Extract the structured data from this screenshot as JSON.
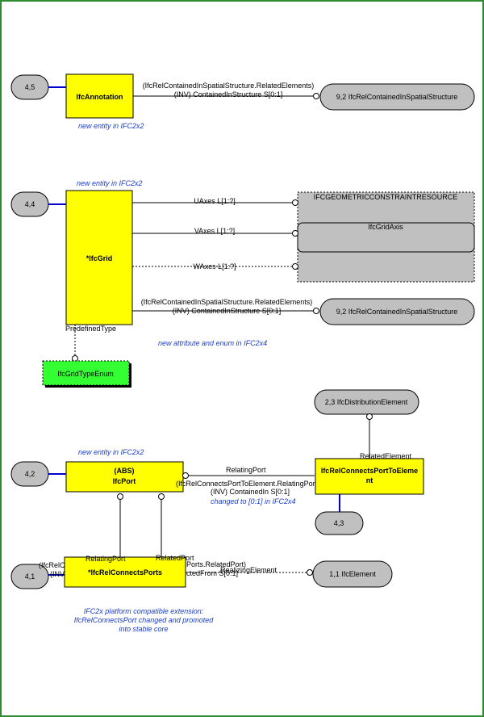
{
  "refs": {
    "ann_page": "4,5",
    "grid_page": "4,4",
    "port_page": "4,2",
    "ports_page": "4,1",
    "rpe_page": "4,3",
    "spatial1": "9,2 IfcRelContainedInSpatialStructure",
    "spatial2": "9,2 IfcRelContainedInSpatialStructure",
    "distribution": "2,3 IfcDistributionElement",
    "element": "1,1 IfcElement"
  },
  "entities": {
    "annotation": "IfcAnnotation",
    "grid": "*IfcGrid",
    "grid_type_enum": "IfcGridTypeEnum",
    "port_abs": "(ABS)",
    "port": "IfcPort",
    "rel_connects_ports": "*IfcRelConnectsPorts",
    "rel_port_to_element_line1": "IfcRelConnectsPortToEleme",
    "rel_port_to_element_line2": "nt"
  },
  "resource": {
    "title": "IFCGEOMETRICCONSTRAINTRESOURCE",
    "grid_axis": "IfcGridAxis"
  },
  "labels": {
    "ann_rel1": "(IfcRelContainedInSpatialStructure.RelatedElements)",
    "ann_rel2": "(INV) ContainedInStructure S[0:1]",
    "uaxes": "UAxes L[1:?]",
    "vaxes": "VAxes L[1:?]",
    "waxes": "WAxes L[1:?]",
    "grid_rel1": "(IfcRelContainedInSpatialStructure.RelatedElements)",
    "grid_rel2": "(INV) ContainedInStructure S[0:1]",
    "predefined_type": "PredefinedType",
    "relating_port_top": "RelatingPort",
    "port_inv1": "(IfcRelConnectsPortToElement.RelatingPort)",
    "port_inv2": "(INV) ContainedIn S[0:1]",
    "related_element_top": "RelatedElement",
    "relating_port_bottom": "RelatingPort",
    "related_port_bottom": "RelatedPort",
    "ports_frag1": "Ports.RelatedPort)",
    "ports_frag2": "ctedFrom S[0:1]",
    "realizing_element": "RealizingElement",
    "left_frag1": "(IfcRelCon",
    "left_frag2": "(INV"
  },
  "notes": {
    "ann": "new entity in IFC2x2",
    "grid": "new entity in IFC2x2",
    "grid_attr": "new attribute and enum in IFC2x4",
    "port": "new entity in IFC2x2",
    "changed": "changed to [0:1] in IFC2x4",
    "platform1": "IFC2x platform compatible extension:",
    "platform2": "IfcRelConnectsPort changed and promoted",
    "platform3": "into stable core"
  },
  "colors": {
    "frame": "#2e8b2e",
    "entity": "#ffff00",
    "enum": "#33ff33",
    "ref_bubble": "#c0c0c0",
    "resource": "#c0c0c0",
    "blue_link": "#0000cc",
    "note": "#1a3cc8"
  }
}
